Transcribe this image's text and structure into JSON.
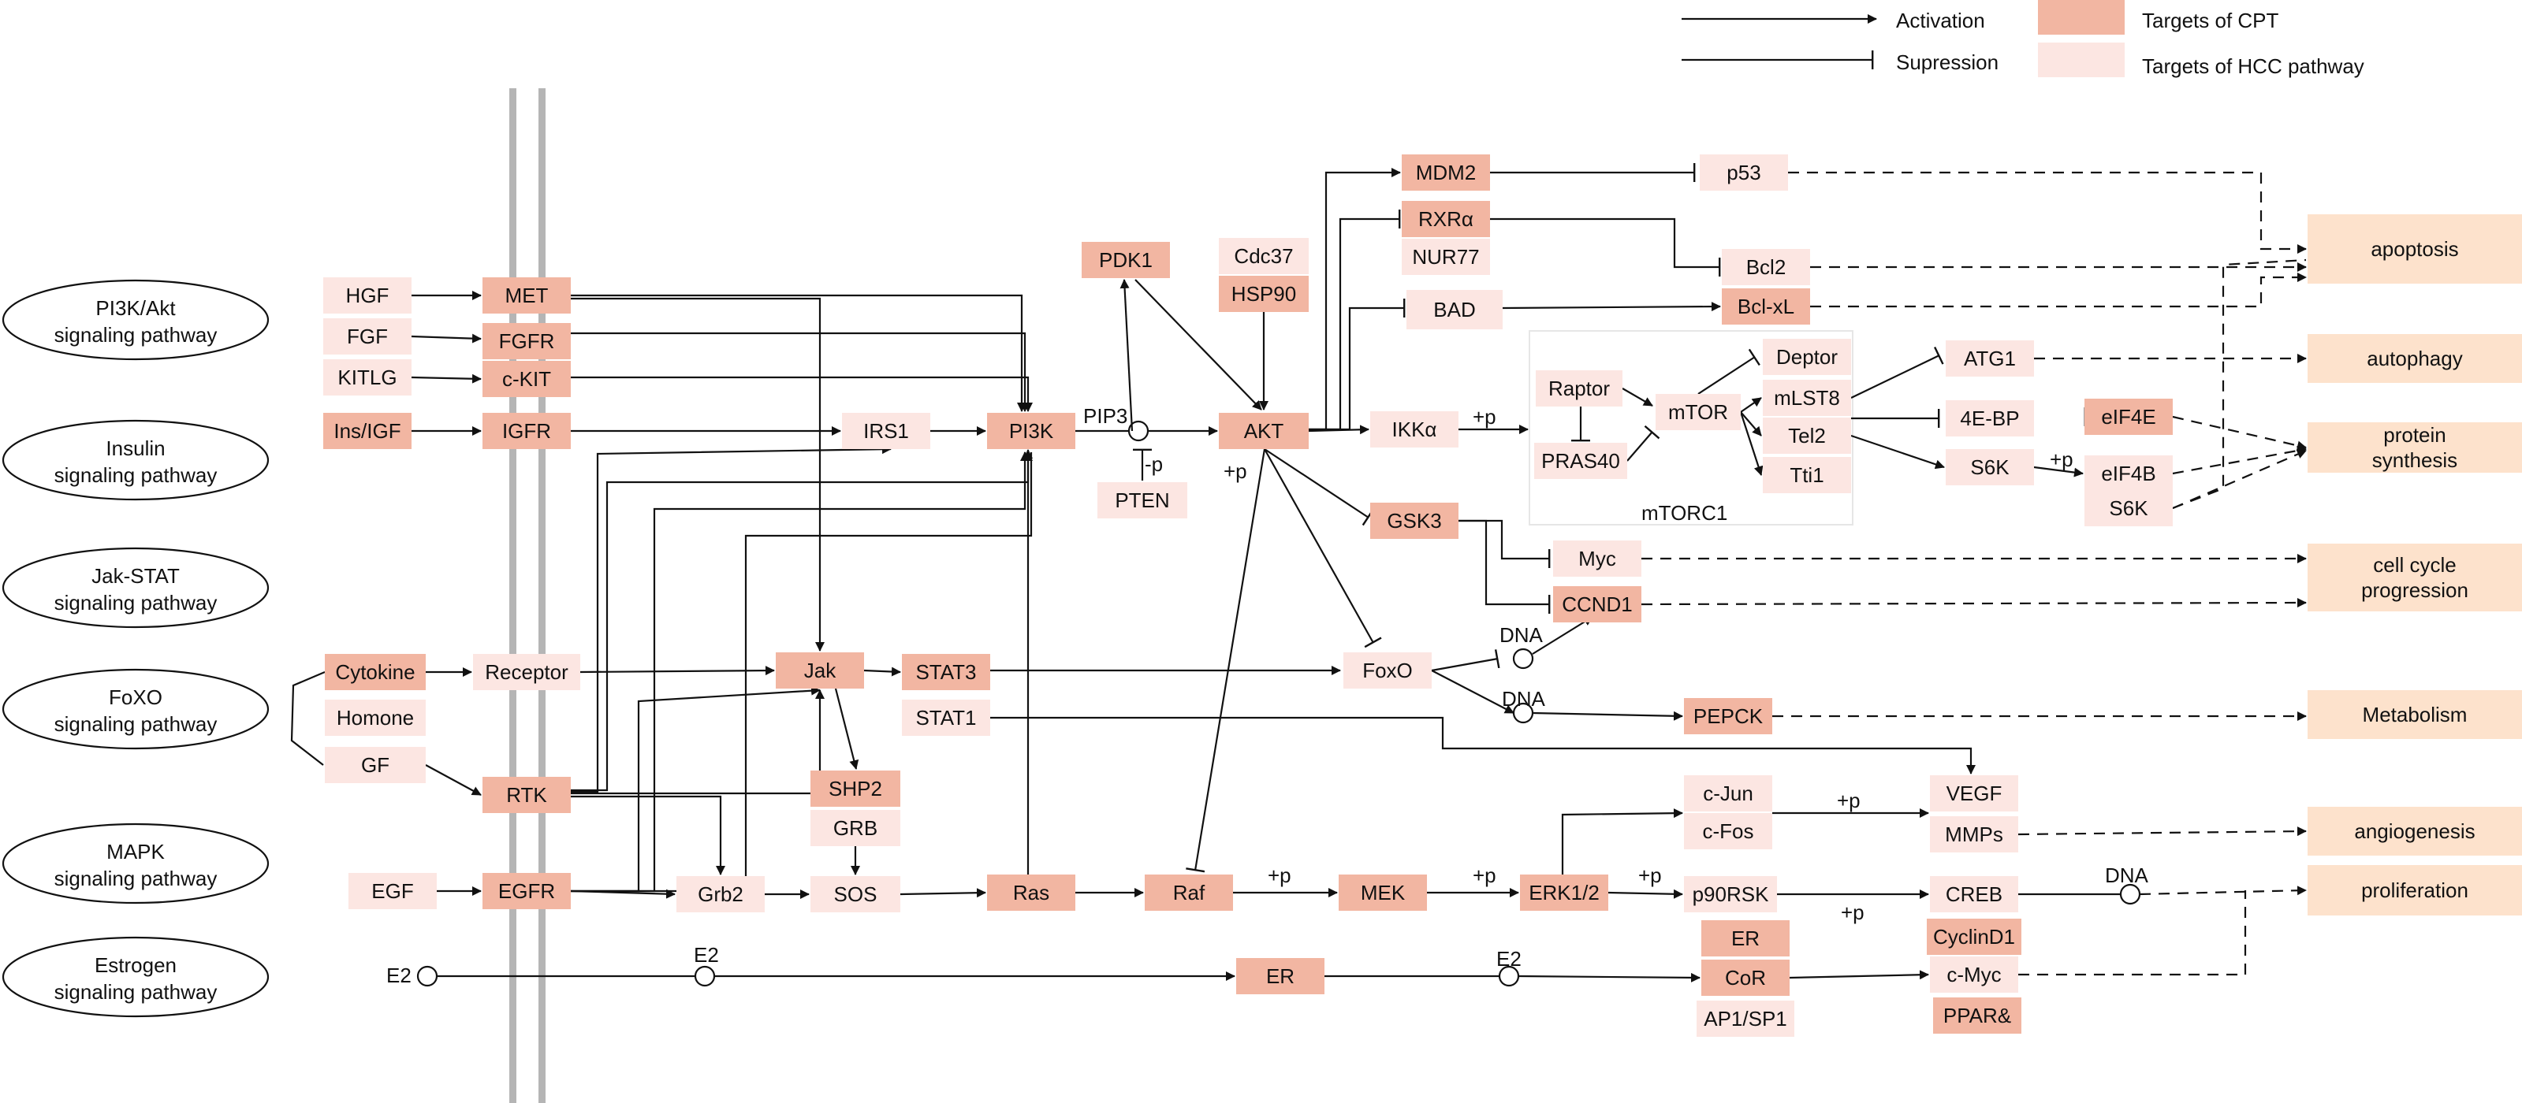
{
  "colors": {
    "cpt_target": "#f2b6a2",
    "hcc_target": "#fce6e2",
    "outcome": "#fde2cc",
    "membrane": "#b5b5b5",
    "line": "#111111"
  },
  "legend": {
    "activation": "Activation",
    "suppression": "Supression",
    "cpt": "Targets of CPT",
    "hcc": "Targets of HCC pathway"
  },
  "pathways": [
    "PI3K/Akt\nsignaling pathway",
    "Insulin\nsignaling pathway",
    "Jak-STAT\nsignaling pathway",
    "FoXO\nsignaling pathway",
    "MAPK\nsignaling pathway",
    "Estrogen\nsignaling pathway"
  ],
  "nodes": {
    "hgf": {
      "label": "HGF",
      "kind": "hcc"
    },
    "fgf": {
      "label": "FGF",
      "kind": "hcc"
    },
    "kitlg": {
      "label": "KITLG",
      "kind": "hcc"
    },
    "insigf": {
      "label": "Ins/IGF",
      "kind": "cpt"
    },
    "met": {
      "label": "MET",
      "kind": "cpt"
    },
    "fgfr": {
      "label": "FGFR",
      "kind": "cpt"
    },
    "ckit": {
      "label": "c-KIT",
      "kind": "cpt"
    },
    "igfr": {
      "label": "IGFR",
      "kind": "cpt"
    },
    "irs1": {
      "label": "IRS1",
      "kind": "hcc"
    },
    "pi3k": {
      "label": "PI3K",
      "kind": "cpt"
    },
    "pdk1": {
      "label": "PDK1",
      "kind": "cpt"
    },
    "cdc37": {
      "label": "Cdc37",
      "kind": "hcc"
    },
    "hsp90": {
      "label": "HSP90",
      "kind": "cpt"
    },
    "akt": {
      "label": "AKT",
      "kind": "cpt"
    },
    "pten": {
      "label": "PTEN",
      "kind": "hcc"
    },
    "mdm2": {
      "label": "MDM2",
      "kind": "cpt"
    },
    "p53": {
      "label": "p53",
      "kind": "hcc"
    },
    "rxra": {
      "label": "RXRα",
      "kind": "cpt"
    },
    "nur77": {
      "label": "NUR77",
      "kind": "hcc"
    },
    "bcl2": {
      "label": "Bcl2",
      "kind": "hcc"
    },
    "bad": {
      "label": "BAD",
      "kind": "hcc"
    },
    "bclxl": {
      "label": "Bcl-xL",
      "kind": "cpt"
    },
    "ikka": {
      "label": "IKKα",
      "kind": "hcc"
    },
    "raptor": {
      "label": "Raptor",
      "kind": "hcc"
    },
    "pras40": {
      "label": "PRAS40",
      "kind": "hcc"
    },
    "mtor": {
      "label": "mTOR",
      "kind": "hcc"
    },
    "deptor": {
      "label": "Deptor",
      "kind": "hcc"
    },
    "mlst8": {
      "label": "mLST8",
      "kind": "hcc"
    },
    "tel2": {
      "label": "Tel2",
      "kind": "hcc"
    },
    "tti1": {
      "label": "Tti1",
      "kind": "hcc"
    },
    "atg1": {
      "label": "ATG1",
      "kind": "hcc"
    },
    "ebp4": {
      "label": "4E-BP",
      "kind": "hcc"
    },
    "eif4e": {
      "label": "eIF4E",
      "kind": "cpt"
    },
    "s6k1": {
      "label": "S6K",
      "kind": "hcc"
    },
    "eif4b": {
      "label": "eIF4B",
      "kind": "hcc"
    },
    "s6k2": {
      "label": "S6K",
      "kind": "hcc"
    },
    "gsk3": {
      "label": "GSK3",
      "kind": "cpt"
    },
    "myc": {
      "label": "Myc",
      "kind": "hcc"
    },
    "ccnd1": {
      "label": "CCND1",
      "kind": "cpt"
    },
    "cytokine": {
      "label": "Cytokine",
      "kind": "cpt"
    },
    "receptor": {
      "label": "Receptor",
      "kind": "hcc"
    },
    "homone": {
      "label": "Homone",
      "kind": "hcc"
    },
    "gf": {
      "label": "GF",
      "kind": "hcc"
    },
    "jak": {
      "label": "Jak",
      "kind": "cpt"
    },
    "stat3": {
      "label": "STAT3",
      "kind": "cpt"
    },
    "stat1": {
      "label": "STAT1",
      "kind": "hcc"
    },
    "foxo": {
      "label": "FoxO",
      "kind": "hcc"
    },
    "pepck": {
      "label": "PEPCK",
      "kind": "cpt"
    },
    "rtk": {
      "label": "RTK",
      "kind": "cpt"
    },
    "shp2": {
      "label": "SHP2",
      "kind": "cpt"
    },
    "grb": {
      "label": "GRB",
      "kind": "hcc"
    },
    "egf": {
      "label": "EGF",
      "kind": "hcc"
    },
    "egfr": {
      "label": "EGFR",
      "kind": "cpt"
    },
    "grb2": {
      "label": "Grb2",
      "kind": "hcc"
    },
    "sos": {
      "label": "SOS",
      "kind": "hcc"
    },
    "ras": {
      "label": "Ras",
      "kind": "cpt"
    },
    "raf": {
      "label": "Raf",
      "kind": "cpt"
    },
    "mek": {
      "label": "MEK",
      "kind": "cpt"
    },
    "erk": {
      "label": "ERK1/2",
      "kind": "cpt"
    },
    "cjun": {
      "label": "c-Jun",
      "kind": "hcc"
    },
    "cfos": {
      "label": "c-Fos",
      "kind": "hcc"
    },
    "vegf": {
      "label": "VEGF",
      "kind": "hcc"
    },
    "mmps": {
      "label": "MMPs",
      "kind": "hcc"
    },
    "p90rsk": {
      "label": "p90RSK",
      "kind": "hcc"
    },
    "creb": {
      "label": "CREB",
      "kind": "hcc"
    },
    "er1": {
      "label": "ER",
      "kind": "cpt"
    },
    "er2": {
      "label": "ER",
      "kind": "cpt"
    },
    "cor": {
      "label": "CoR",
      "kind": "cpt"
    },
    "ap1": {
      "label": "AP1/SP1",
      "kind": "hcc"
    },
    "cyclind1": {
      "label": "CyclinD1",
      "kind": "cpt"
    },
    "cmyc": {
      "label": "c-Myc",
      "kind": "hcc"
    },
    "ppar": {
      "label": "PPAR&",
      "kind": "cpt"
    }
  },
  "outcomes": {
    "apoptosis": "apoptosis",
    "autophagy": "autophagy",
    "protein": "protein\nsynthesis",
    "cellcycle": "cell cycle\nprogression",
    "metabolism": "Metabolism",
    "angiogenesis": "angiogenesis",
    "proliferation": "proliferation"
  },
  "labels": {
    "pip3": "PIP3",
    "minus_p": "-p",
    "plus_p": "+p",
    "mtorc1": "mTORC1",
    "dna": "DNA",
    "e2": "E2"
  }
}
